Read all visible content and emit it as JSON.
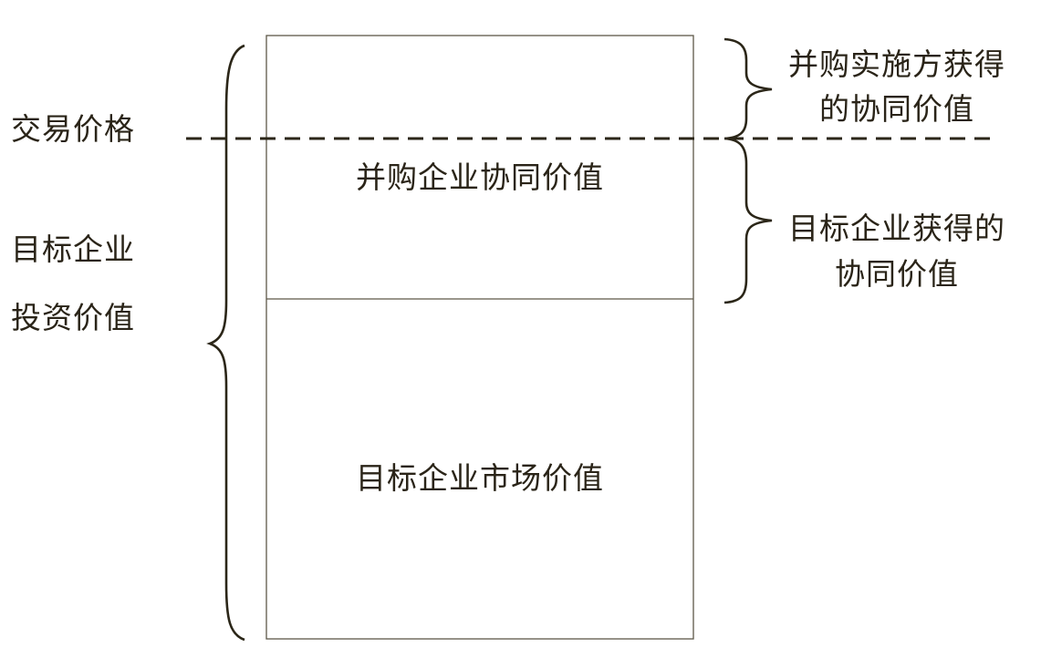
{
  "diagram": {
    "left_labels": {
      "transaction_price": "交易价格",
      "investment_value_line1": "目标企业",
      "investment_value_line2": "投资价值"
    },
    "box": {
      "top_section_label": "并购企业协同价值",
      "bottom_section_label": "目标企业市场价值"
    },
    "right_labels": {
      "acquirer_synergy_line1": "并购实施方获得",
      "acquirer_synergy_line2": "的协同价值",
      "target_synergy_line1": "目标企业获得的",
      "target_synergy_line2": "协同价值"
    },
    "colors": {
      "stroke": "#2b2618",
      "box_border": "#5d5748",
      "text": "#2a2418"
    }
  }
}
